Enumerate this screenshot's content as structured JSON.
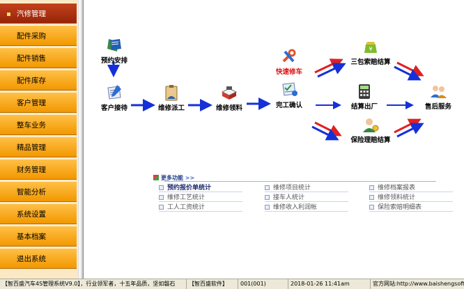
{
  "sidebar": {
    "items": [
      {
        "label": "汽修管理",
        "active": true
      },
      {
        "label": "配件采购"
      },
      {
        "label": "配件销售"
      },
      {
        "label": "配件库存"
      },
      {
        "label": "客户管理"
      },
      {
        "label": "整车业务"
      },
      {
        "label": "精品管理"
      },
      {
        "label": "财务管理"
      },
      {
        "label": "智能分析"
      },
      {
        "label": "系统设置"
      },
      {
        "label": "基本档案"
      },
      {
        "label": "退出系统"
      }
    ]
  },
  "flow": {
    "appointment": "预约安排",
    "reception": "客户接待",
    "dispatch": "维修派工",
    "parts_pick": "维修领料",
    "completion": "完工确认",
    "quick_repair": "快速修车",
    "warranty_claim": "三包索赔结算",
    "settlement": "结算出厂",
    "insurance_claim": "保险理赔结算",
    "after_sales": "售后服务"
  },
  "more": {
    "title": "更多功能",
    "arrows": ">>",
    "col1": [
      "预约报价单统计",
      "维修工艺统计",
      "工人工资统计"
    ],
    "col2": [
      "维修项目统计",
      "接车人统计",
      "维修收入利润帐"
    ],
    "col3": [
      "维修档案报表",
      "维修领料统计",
      "保险索赔明细表"
    ]
  },
  "statusbar": {
    "app": "【智百盛汽车4S管理系统V9.0】，行业领军者，十五年品质，坚如磐石",
    "company": "【智百盛软件】",
    "user": "001(001)",
    "datetime": "2018-01-26 11:41am",
    "site": "官方网站:http://www.baishengsoft"
  },
  "colors": {
    "active_nav": "#b2300f",
    "nav": "#f7a51c",
    "arrow_blue": "#1530d8",
    "arrow_red": "#e02020"
  }
}
